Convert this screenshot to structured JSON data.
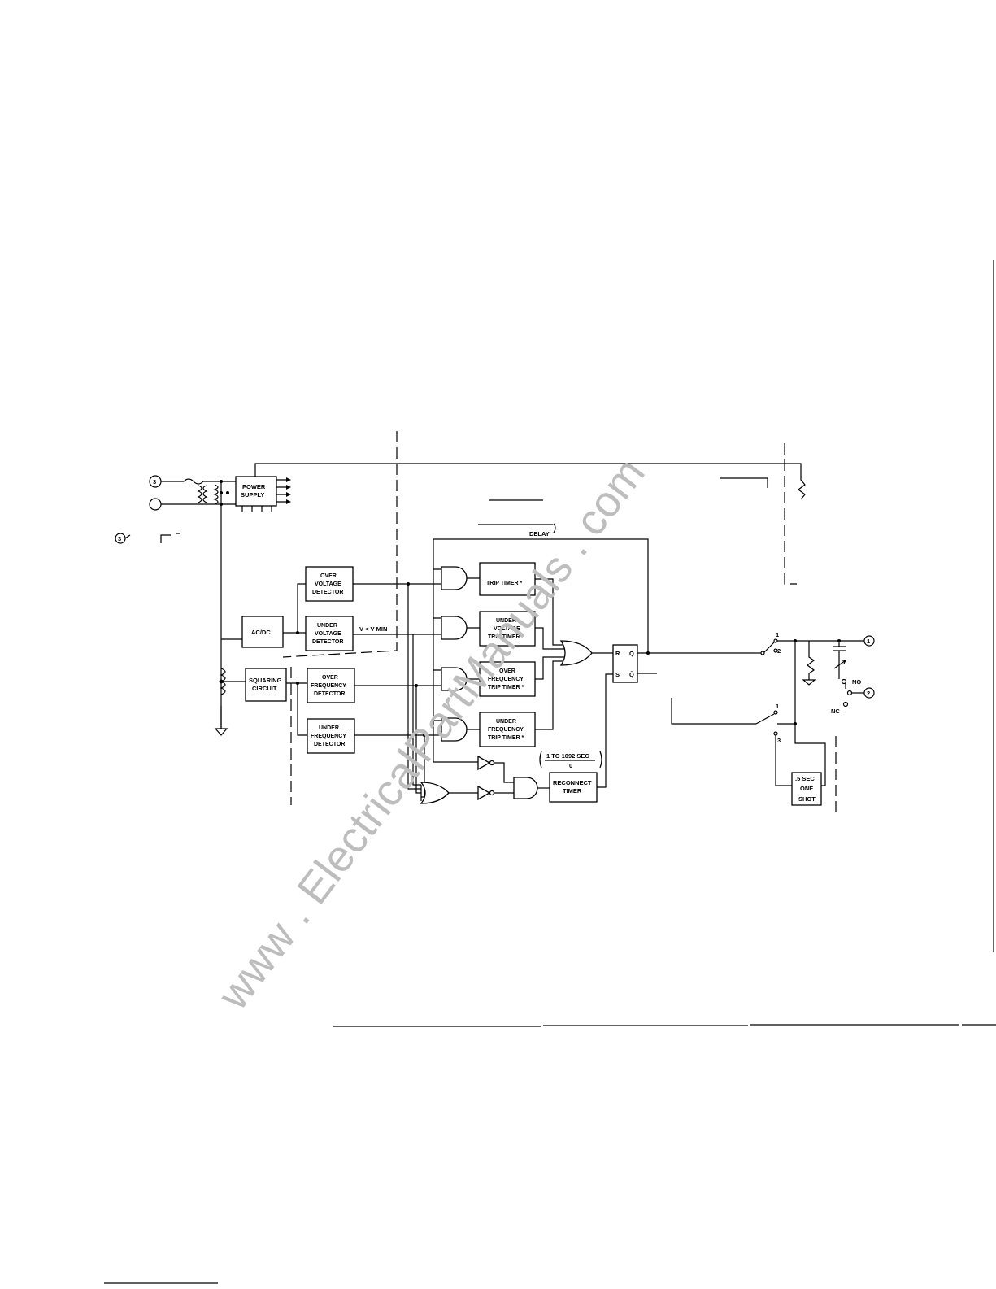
{
  "blocks": {
    "power_supply": [
      "POWER",
      "SUPPLY"
    ],
    "ac_dc": "AC/DC",
    "squaring_circuit": [
      "SQUARING",
      "CIRCUIT"
    ],
    "over_voltage_detector": [
      "OVER",
      "VOLTAGE",
      "DETECTOR"
    ],
    "under_voltage_detector": [
      "UNDER",
      "VOLTAGE",
      "DETECTOR"
    ],
    "over_frequency_detector": [
      "OVER",
      "FREQUENCY",
      "DETECTOR"
    ],
    "under_frequency_detector": [
      "UNDER",
      "FREQUENCY",
      "DETECTOR"
    ],
    "trip_timer": "TRIP TIMER *",
    "under_voltage_trip_timer": [
      "UNDER",
      "VOLTAGE",
      "TRIP TIMER *"
    ],
    "over_frequency_trip_timer": [
      "OVER",
      "FREQUENCY",
      "TRIP TIMER *"
    ],
    "under_frequency_trip_timer": [
      "UNDER",
      "FREQUENCY",
      "TRIP TIMER *"
    ],
    "reconnect_timer": [
      "RECONNECT",
      "TIMER"
    ],
    "one_shot": [
      ".5 SEC",
      "ONE",
      "SHOT"
    ]
  },
  "labels": {
    "v_min": "V < V MIN",
    "delay": "DELAY",
    "reconnect_range": "1 TO 1092 SEC",
    "reconnect_zero": "0",
    "ff_r": "R",
    "ff_s": "S",
    "ff_q": "Q",
    "ff_qbar": "Q̄",
    "no": "NO",
    "nc": "NC",
    "sw1_pos1": "1",
    "sw1_pos2": "2",
    "sw2_pos1": "1",
    "sw2_pos3": "3"
  },
  "terminals": {
    "t3_top": "3",
    "t3_left": "3",
    "t1_right": "1",
    "t2_right": "2"
  },
  "watermark": "www . ElectricalPartManuals . com"
}
